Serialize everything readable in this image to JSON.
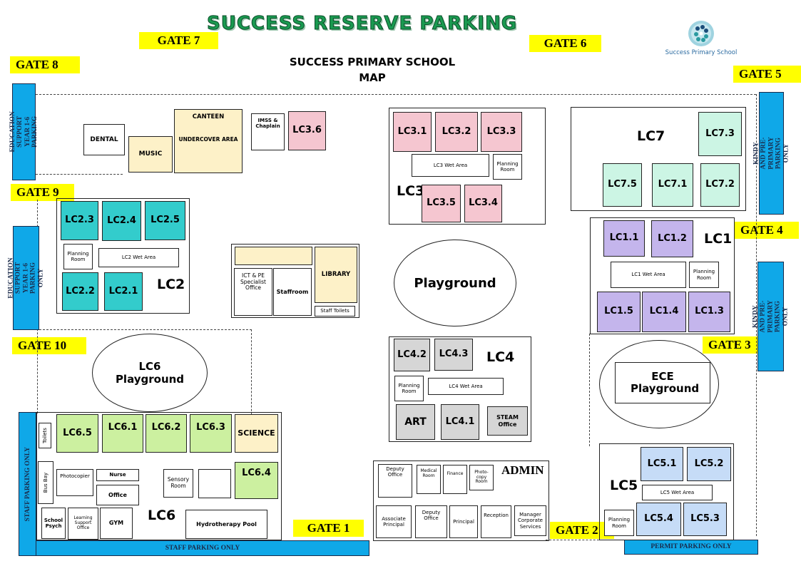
{
  "header": {
    "banner": "SUCCESS RESERVE PARKING",
    "map_title_line1": "SUCCESS PRIMARY SCHOOL",
    "map_title_line2": "MAP",
    "logo_text": "Success Primary School"
  },
  "gates": {
    "g1": "GATE 1",
    "g2": "GATE 2",
    "g3": "GATE 3",
    "g4": "GATE 4",
    "g5": "GATE 5",
    "g6": "GATE 6",
    "g7": "GATE 7",
    "g8": "GATE 8",
    "g9": "GATE 9",
    "g10": "GATE 10"
  },
  "parking": {
    "edu_top": "EDUCATION SUPPORT YEAR 1-6 PARKING",
    "edu_mid": "EDUCATION SUPPORT YEAR 1-6 PARKING ONLY",
    "staff_left": "STAFF PARKING ONLY",
    "staff_bottom": "STAFF PARKING ONLY",
    "kindy_top": "KINDY AND PRE-PRIMARY PARKING ONLY",
    "kindy_mid": "KINDY AND PRE-PRIMARY PARKING ONLY",
    "permit": "PERMIT PARKING ONLY"
  },
  "top_left": {
    "dental": "DENTAL",
    "music": "MUSIC",
    "canteen": "CANTEEN",
    "undercover": "UNDERCOVER AREA",
    "imss": "IMSS & Chaplain",
    "lc36": "LC3.6"
  },
  "lc3": {
    "label": "LC3",
    "rooms": [
      "LC3.1",
      "LC3.2",
      "LC3.3",
      "LC3.5",
      "LC3.4"
    ],
    "wet_area": "LC3 Wet Area",
    "planning": "Planning Room"
  },
  "lc7": {
    "label": "LC7",
    "rooms": [
      "LC7.3",
      "LC7.5",
      "LC7.1",
      "LC7.2"
    ]
  },
  "lc2": {
    "label": "LC2",
    "rooms": [
      "LC2.3",
      "LC2.4",
      "LC2.5",
      "LC2.2",
      "LC2.1"
    ],
    "wet_area": "LC2 Wet Area",
    "planning": "Planning Room"
  },
  "library_block": {
    "ict": "ICT & PE Specialist Office",
    "staffroom": "Staffroom",
    "library": "LIBRARY",
    "toilets": "Staff Toilets"
  },
  "playground": "Playground",
  "lc1": {
    "label": "LC1",
    "rooms": [
      "LC1.1",
      "LC1.2",
      "LC1.5",
      "LC1.4",
      "LC1.3"
    ],
    "wet_area": "LC1 Wet Area",
    "planning": "Planning Room"
  },
  "lc6_playground": "LC6 Playground",
  "lc4": {
    "label": "LC4",
    "rooms": [
      "LC4.2",
      "LC4.3",
      "ART",
      "LC4.1"
    ],
    "steam": "STEAM Office",
    "wet_area": "LC4 Wet Area",
    "planning": "Planning Room"
  },
  "ece_playground": "ECE Playground",
  "lc6": {
    "label": "LC6",
    "toilets": "Toilets",
    "rooms": [
      "LC6.5",
      "LC6.1",
      "LC6.2",
      "LC6.3",
      "LC6.4"
    ],
    "science": "SCIENCE",
    "bus_bay": "Bus Bay",
    "photocopier": "Photocopier",
    "nurse": "Nurse",
    "office": "Office",
    "sensory": "Sensory Room",
    "school_psych": "School Psych",
    "learning_support": "Learning Support Office",
    "gym": "GYM",
    "pool": "Hydrotherapy Pool"
  },
  "admin": {
    "label": "ADMIN",
    "deputy_office_top": "Deputy  Office",
    "medical": "Medical Room",
    "finance": "Finance",
    "photocopy": "Photo-copy Room",
    "associate_principal": "Associate Principal",
    "deputy_office": "Deputy Office",
    "principal": "Principal",
    "reception": "Reception",
    "manager": "Manager Corporate Services"
  },
  "lc5": {
    "label": "LC5",
    "rooms": [
      "LC5.1",
      "LC5.2",
      "LC5.4",
      "LC5.3"
    ],
    "wet_area": "LC5 Wet Area",
    "planning": "Planning Room"
  }
}
